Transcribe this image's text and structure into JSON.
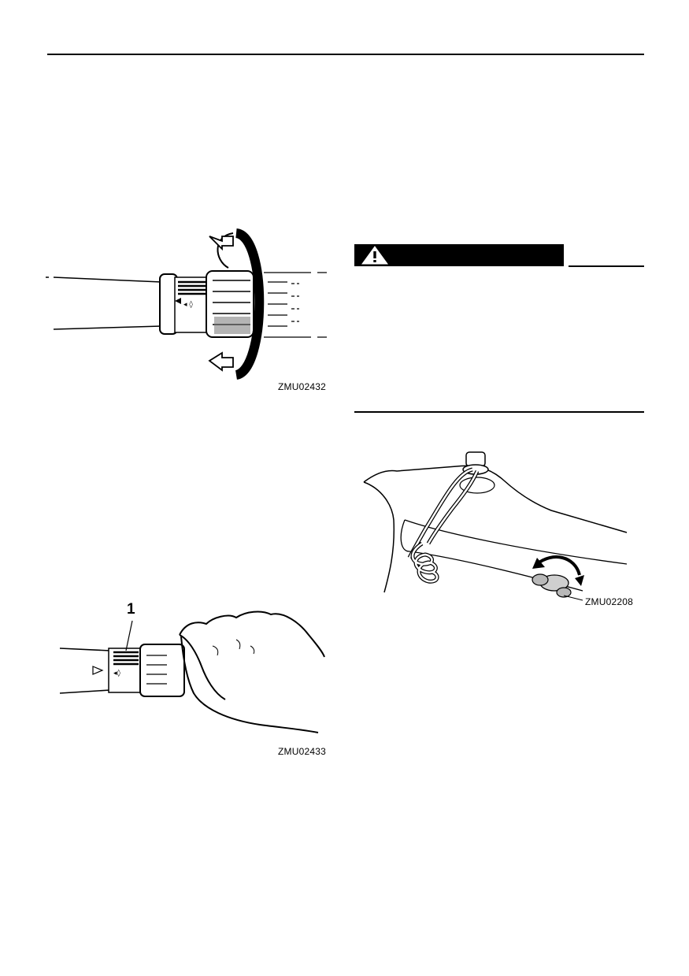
{
  "figures": {
    "throttle_grip_rotate": {
      "code": "ZMU02432"
    },
    "throttle_grip_hand": {
      "code": "ZMU02433",
      "callout": "1"
    },
    "engine_cover_knob": {
      "code": "ZMU02208"
    }
  },
  "warning": {
    "icon": "warning-triangle-icon"
  }
}
